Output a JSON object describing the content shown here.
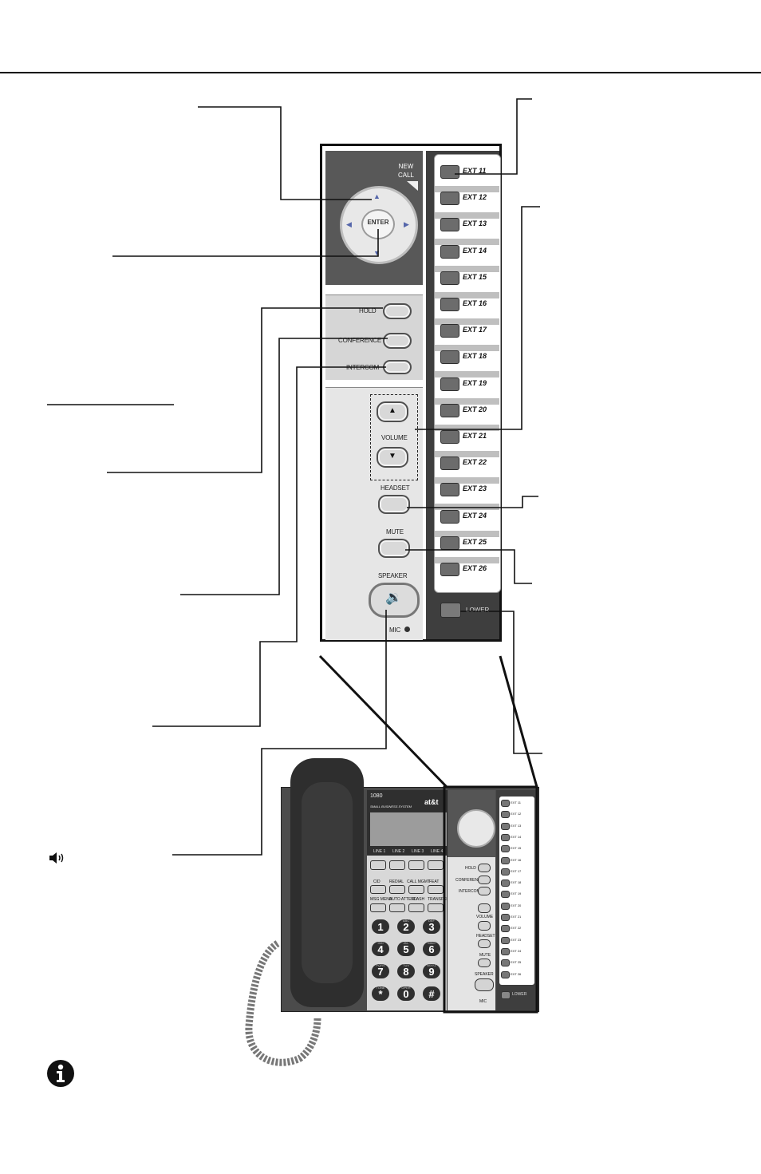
{
  "closeup": {
    "new_call": "NEW\nCALL",
    "enter": "ENTER",
    "hold": "HOLD",
    "conference": "CONFERENCE",
    "intercom": "INTERCOM",
    "volume": "VOLUME",
    "headset": "HEADSET",
    "mute": "MUTE",
    "speaker": "SPEAKER",
    "mic": "MIC",
    "lower": "LOWER",
    "ext_keys": [
      "EXT 11",
      "EXT 12",
      "EXT 13",
      "EXT 14",
      "EXT 15",
      "EXT 16",
      "EXT 17",
      "EXT 18",
      "EXT 19",
      "EXT 20",
      "EXT 21",
      "EXT 22",
      "EXT 23",
      "EXT 24",
      "EXT 25",
      "EXT 26"
    ]
  },
  "phone": {
    "model": "1080",
    "system": "SMALL BUSINESS SYSTEM",
    "brand": "at&t",
    "lines": [
      "LINE 1",
      "LINE 2",
      "LINE 3",
      "LINE 4"
    ],
    "function_keys": [
      "CID",
      "REDIAL",
      "CALL MGMT",
      "FEAT"
    ],
    "mode_keys": [
      "MSG MENU",
      "AUTO ATTEND",
      "FLASH",
      "TRANSFER"
    ],
    "dialpad": [
      {
        "digit": "1",
        "letters": ""
      },
      {
        "digit": "2",
        "letters": "ABC"
      },
      {
        "digit": "3",
        "letters": "DEF"
      },
      {
        "digit": "4",
        "letters": "GHI"
      },
      {
        "digit": "5",
        "letters": "JKL"
      },
      {
        "digit": "6",
        "letters": "MNO"
      },
      {
        "digit": "7",
        "letters": "PQRS"
      },
      {
        "digit": "8",
        "letters": "TUV"
      },
      {
        "digit": "9",
        "letters": "WXYZ"
      },
      {
        "digit": "*",
        "letters": "TONE"
      },
      {
        "digit": "0",
        "letters": "OPER"
      },
      {
        "digit": "#",
        "letters": ""
      }
    ],
    "side": {
      "hold": "HOLD",
      "conference": "CONFERENCE",
      "intercom": "INTERCOM",
      "volume": "VOLUME",
      "headset": "HEADSET",
      "mute": "MUTE",
      "speaker": "SPEAKER",
      "mic": "MIC",
      "lower": "LOWER"
    },
    "ext_keys": [
      "EXT 11",
      "EXT 12",
      "EXT 13",
      "EXT 14",
      "EXT 15",
      "EXT 16",
      "EXT 17",
      "EXT 18",
      "EXT 19",
      "EXT 20",
      "EXT 21",
      "EXT 22",
      "EXT 23",
      "EXT 24",
      "EXT 25",
      "EXT 26"
    ]
  },
  "icons": {
    "speaker_symbol": "speaker-icon",
    "note_symbol": "info-icon"
  }
}
